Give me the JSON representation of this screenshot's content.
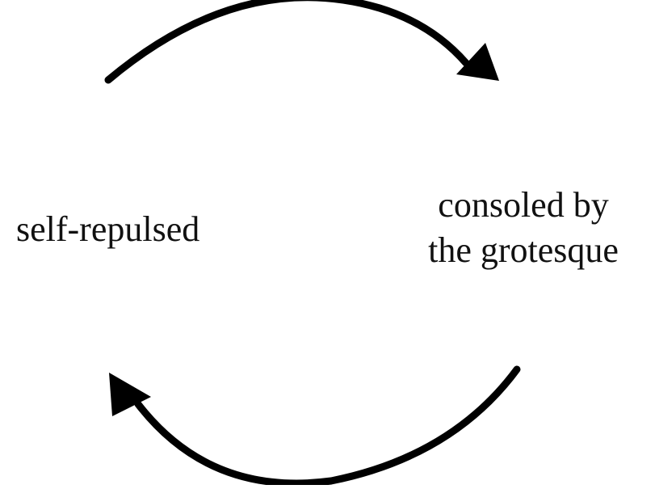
{
  "diagram": {
    "type": "cycle",
    "nodes": [
      {
        "id": "left",
        "label": "self-repulsed"
      },
      {
        "id": "right",
        "lines": [
          "consoled by",
          "the grotesque"
        ]
      }
    ],
    "edges": [
      {
        "from": "left",
        "to": "right",
        "arrow": "clockwise-top"
      },
      {
        "from": "right",
        "to": "left",
        "arrow": "clockwise-bottom"
      }
    ],
    "colors": {
      "stroke": "#000000",
      "text": "#111111",
      "background": "#ffffff"
    }
  }
}
